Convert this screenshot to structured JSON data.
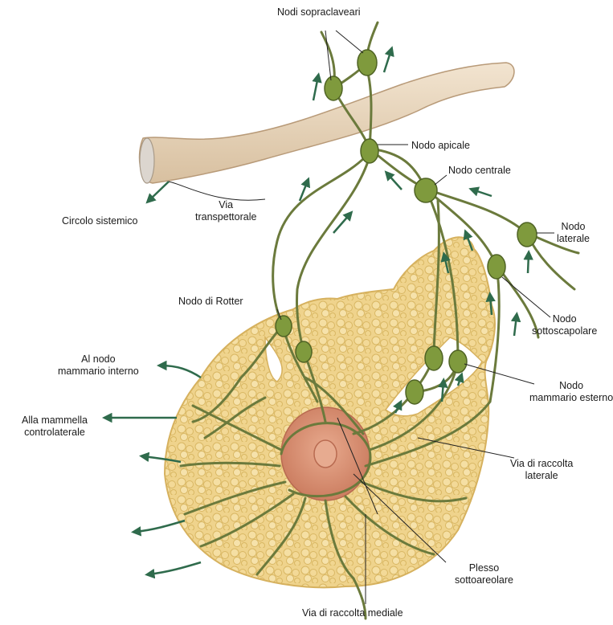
{
  "labels": {
    "nodi_sopraclaveari": "Nodi sopraclaveari",
    "nodo_apicale": "Nodo apicale",
    "nodo_centrale": "Nodo centrale",
    "nodo_laterale": [
      "Nodo",
      "laterale"
    ],
    "circolo_sistemico": "Circolo sistemico",
    "via_transpettorale": [
      "Via",
      "transpettorale"
    ],
    "nodo_di_rotter": "Nodo di Rotter",
    "nodo_sottoscapolare": [
      "Nodo",
      "sottoscapolare"
    ],
    "al_nodo_mammario_interno": [
      "Al nodo",
      "mammario interno"
    ],
    "alla_mammella_controlaterale": [
      "Alla mammella",
      "controlaterale"
    ],
    "nodo_mammario_esterno": [
      "Nodo",
      "mammario esterno"
    ],
    "via_di_raccolta_laterale": [
      "Via di raccolta",
      "laterale"
    ],
    "plesso_sottoareolare": [
      "Plesso",
      "sottoareolare"
    ],
    "via_di_raccolta_mediale": "Via di raccolta mediale"
  },
  "colors": {
    "gland": "#efd38c",
    "gland_lobule": "#d9b763",
    "areola": "#d99276",
    "nipple": "#e3a488",
    "vessel": "#6b7a3c",
    "node": "#7f9a3d",
    "arrow": "#2f6b4c",
    "bone": "#e8d6bd",
    "leader": "#222222"
  }
}
